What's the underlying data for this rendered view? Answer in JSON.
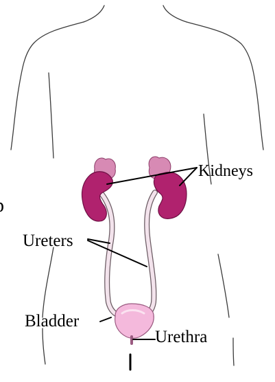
{
  "labels": {
    "kidneys": "Kidneys",
    "ureters": "Ureters",
    "bladder": "Bladder",
    "urethra": "Urethra",
    "partial_left_text": "p"
  },
  "colors": {
    "outline": "#3a3a3a",
    "kidney": "#b0226e",
    "adrenal": "#d78ab4",
    "bladder": "#f4b9dc",
    "ureter": "#f3e3ec",
    "leader": "#000000"
  }
}
